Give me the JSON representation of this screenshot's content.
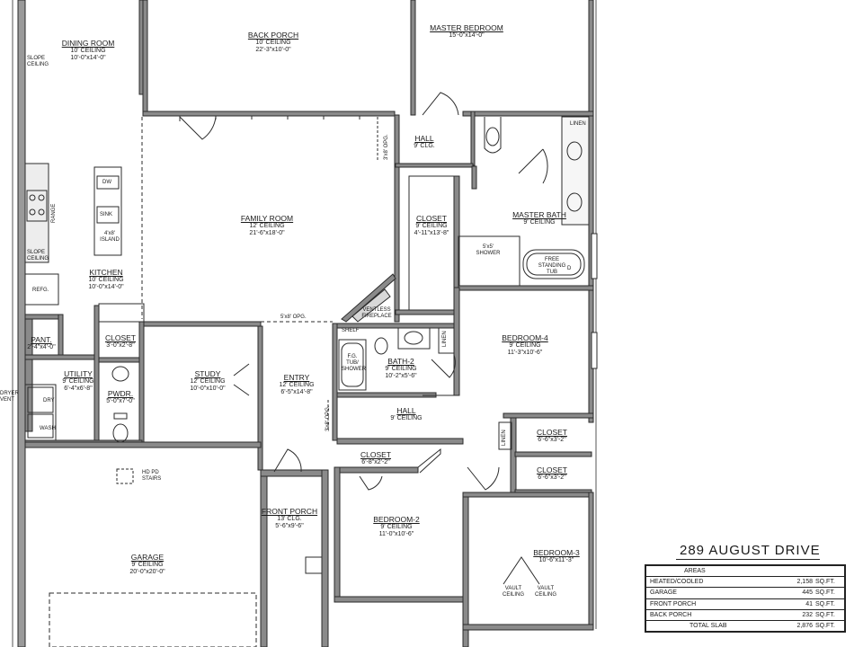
{
  "title": "289 AUGUST DRIVE",
  "rooms": [
    {
      "id": "dining",
      "name": "DINING ROOM",
      "lines": [
        "10' CEILING",
        "10'-0\"x14'-0\""
      ]
    },
    {
      "id": "back-porch",
      "name": "BACK PORCH",
      "lines": [
        "10' CEILING",
        "22'-3\"x10'-0\""
      ]
    },
    {
      "id": "master-bedroom",
      "name": "MASTER BEDROOM",
      "lines": [
        "15'-0\"x14'-0\""
      ]
    },
    {
      "id": "hall-1",
      "name": "HALL",
      "lines": [
        "9' CLG."
      ]
    },
    {
      "id": "family",
      "name": "FAMILY ROOM",
      "lines": [
        "12' CEILING",
        "21'-6\"x18'-0\""
      ]
    },
    {
      "id": "closet-master",
      "name": "CLOSET",
      "lines": [
        "9' CEILING",
        "4'-11\"x13'-8\""
      ]
    },
    {
      "id": "master-bath",
      "name": "MASTER BATH",
      "lines": [
        "9' CEILING"
      ]
    },
    {
      "id": "kitchen",
      "name": "KITCHEN",
      "lines": [
        "10' CEILING",
        "10'-0\"x14'-0\""
      ]
    },
    {
      "id": "bedroom-4",
      "name": "BEDROOM-4",
      "lines": [
        "9' CEILING",
        "11'-3\"x10'-6\""
      ]
    },
    {
      "id": "pantry",
      "name": "PANT.",
      "lines": [
        "2'-4\"x4'-0\""
      ]
    },
    {
      "id": "closet-entry",
      "name": "CLOSET",
      "lines": [
        "3'-0\"x2'-8\""
      ]
    },
    {
      "id": "bath-2",
      "name": "BATH-2",
      "lines": [
        "9' CEILING",
        "10'-2\"x5'-6\""
      ]
    },
    {
      "id": "utility",
      "name": "UTILITY",
      "lines": [
        "9' CEILING",
        "6'-4\"x6'-8\""
      ]
    },
    {
      "id": "study",
      "name": "STUDY",
      "lines": [
        "12' CEILING",
        "10'-0\"x10'-0\""
      ]
    },
    {
      "id": "entry",
      "name": "ENTRY",
      "lines": [
        "12' CEILING",
        "6'-5\"x14'-8\""
      ]
    },
    {
      "id": "powder",
      "name": "PWDR.",
      "lines": [
        "5'-0\"x7'-0\""
      ]
    },
    {
      "id": "hall-2",
      "name": "HALL",
      "lines": [
        "9' CEILING"
      ]
    },
    {
      "id": "closet-b4a",
      "name": "CLOSET",
      "lines": [
        "6'-6\"x3'-2\""
      ]
    },
    {
      "id": "closet-b2",
      "name": "CLOSET",
      "lines": [
        "6'-8\"x2'-2\""
      ]
    },
    {
      "id": "closet-b4b",
      "name": "CLOSET",
      "lines": [
        "6'-6\"x3'-2\""
      ]
    },
    {
      "id": "front-porch",
      "name": "FRONT PORCH",
      "lines": [
        "13' CLG.",
        "5'-6\"x9'-6\""
      ]
    },
    {
      "id": "bedroom-2",
      "name": "BEDROOM-2",
      "lines": [
        "9' CEILING",
        "11'-0\"x10'-6\""
      ]
    },
    {
      "id": "bedroom-3",
      "name": "BEDROOM-3",
      "lines": [
        "10'-6\"x11'-3\""
      ]
    },
    {
      "id": "garage",
      "name": "GARAGE",
      "lines": [
        "9' CEILING",
        "20'-0\"x20'-0\""
      ]
    }
  ],
  "fixtures": {
    "slope_ceiling_1": "SLOPE CEILING",
    "slope_ceiling_2": "SLOPE CEILING",
    "dw": "DW",
    "sink": "SINK",
    "island": "4'x8' ISLAND",
    "range": "RANGE",
    "refg": "REFG.",
    "dry": "DRY",
    "wash": "WASH",
    "dryer_vent": "DRYER VENT",
    "linen_1": "LINEN",
    "linen_2": "LINEN",
    "linen_3": "LINEN",
    "shower": "5'x5' SHOWER",
    "tub": "FREE STANDING TUB",
    "tub_d": "D",
    "shelf": "SHELF",
    "tub_shower": "F.G. TUB/ SHOWER",
    "ventless_fireplace": "VENTLESS FIREPLACE",
    "opening_1": "5'x8' OPG.",
    "opening_2": "3'x8' OPG.",
    "opening_3": "3'x8' OPG.",
    "hd_pd_stairs": "HD PD STAIRS",
    "vault_ceiling_1": "VAULT CEILING",
    "vault_ceiling_2": "VAULT CEILING"
  },
  "areas_table": {
    "header": "AREAS",
    "rows": [
      {
        "label": "HEATED/COOLED",
        "value": "2,158",
        "unit": "SQ.FT."
      },
      {
        "label": "GARAGE",
        "value": "445",
        "unit": "SQ.FT."
      },
      {
        "label": "FRONT PORCH",
        "value": "41",
        "unit": "SQ.FT."
      },
      {
        "label": "BACK PORCH",
        "value": "232",
        "unit": "SQ.FT."
      },
      {
        "label": "TOTAL SLAB",
        "value": "2,876",
        "unit": "SQ.FT."
      }
    ]
  },
  "colors": {
    "wall": "#2b2b2b",
    "wall_fill": "#8a8a8a",
    "line": "#333333",
    "paper": "#ffffff"
  }
}
